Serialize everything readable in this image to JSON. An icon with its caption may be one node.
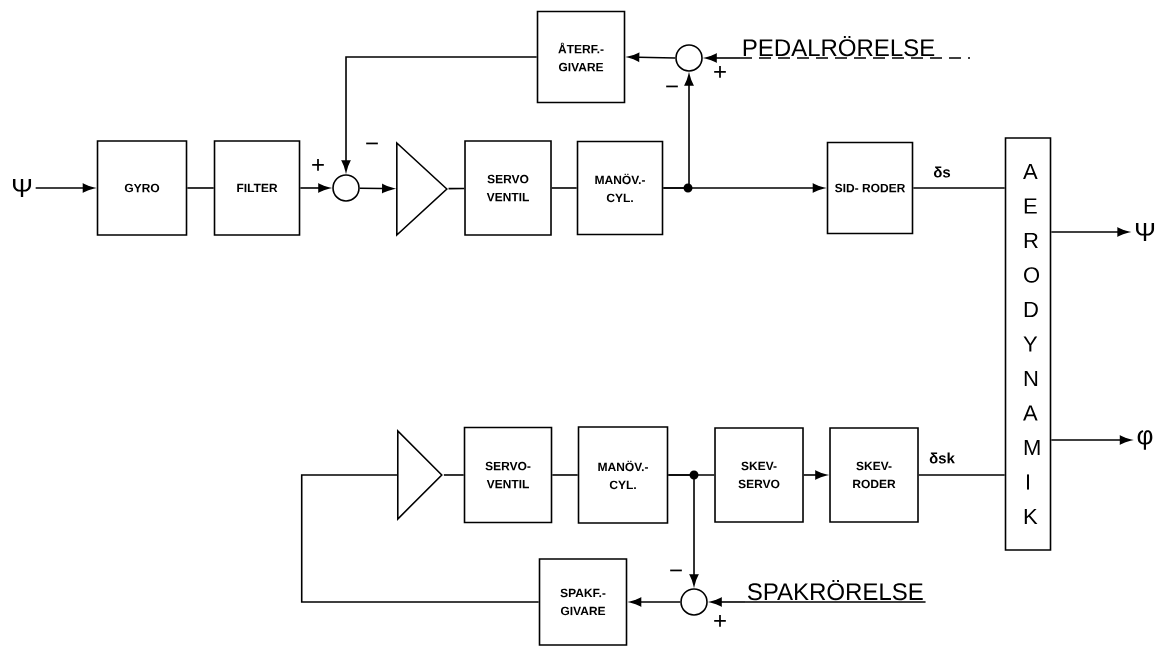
{
  "diagram": {
    "nodes": [
      {
        "text": [
          "ÅTERF.- GIVARE"
        ]
      },
      {
        "text": [],
        "shape": "circle"
      },
      {
        "text": [
          "PEDALRÖRELSE"
        ]
      },
      {
        "text": [
          "Ψ"
        ]
      },
      {
        "text": [
          "GYRO"
        ]
      },
      {
        "text": [
          "FILTER"
        ]
      },
      {
        "text": [],
        "shape": "circle"
      },
      {
        "text": [],
        "shape": "triangle"
      },
      {
        "text": [
          "SERVO VENTIL"
        ]
      },
      {
        "text": [
          "MANÖV.- CYL."
        ]
      },
      {
        "text": [
          "SID- RODER"
        ]
      },
      {
        "text": [
          "AERODYNAMIK"
        ]
      },
      {
        "text": [
          "Ψ"
        ]
      },
      {
        "text": [
          "φ"
        ]
      },
      {
        "text": [],
        "shape": "triangle"
      },
      {
        "text": [
          "SERVO- VENTIL"
        ]
      },
      {
        "text": [
          "MANÖV.- CYL."
        ]
      },
      {
        "text": [
          "SKEV- SERVO"
        ]
      },
      {
        "text": [
          "SKEV- RODER"
        ]
      },
      {
        "text": [
          "SPAKF.- GIVARE"
        ]
      },
      {
        "text": [],
        "shape": "circle"
      },
      {
        "text": [
          "SPAKRÖRELSE"
        ]
      }
    ],
    "edges": [
      {
        "from": 3,
        "to": 4,
        "arrow": "to"
      },
      {
        "from": 4,
        "to": 5,
        "arrow": "none"
      },
      {
        "from": 5,
        "to": 6,
        "arrow": "to",
        "label": "+"
      },
      {
        "from": 0,
        "to": 6,
        "arrow": "to",
        "label": "−"
      },
      {
        "from": 6,
        "to": 7,
        "arrow": "to"
      },
      {
        "from": 7,
        "to": 8,
        "arrow": "none"
      },
      {
        "from": 8,
        "to": 9,
        "arrow": "none"
      },
      {
        "from": 9,
        "to": 10,
        "arrow": "to"
      },
      {
        "from": 9,
        "to": 1,
        "arrow": "to",
        "label": "−"
      },
      {
        "from": 2,
        "to": 1,
        "arrow": "to",
        "label": "+"
      },
      {
        "from": 1,
        "to": 0,
        "arrow": "to"
      },
      {
        "from": 10,
        "to": 11,
        "arrow": "none",
        "label": "δs"
      },
      {
        "from": 11,
        "to": 12,
        "arrow": "to"
      },
      {
        "from": 11,
        "to": 13,
        "arrow": "to"
      },
      {
        "from": 14,
        "to": 15,
        "arrow": "none"
      },
      {
        "from": 15,
        "to": 16,
        "arrow": "none"
      },
      {
        "from": 16,
        "to": 17,
        "arrow": "none"
      },
      {
        "from": 17,
        "to": 18,
        "arrow": "to"
      },
      {
        "from": 18,
        "to": 11,
        "arrow": "none",
        "label": "δsk"
      },
      {
        "from": 16,
        "to": 20,
        "arrow": "to",
        "label": "−"
      },
      {
        "from": 21,
        "to": 20,
        "arrow": "to",
        "label": "+"
      },
      {
        "from": 20,
        "to": 19,
        "arrow": "to"
      },
      {
        "from": 19,
        "to": 14,
        "arrow": "none"
      }
    ]
  }
}
